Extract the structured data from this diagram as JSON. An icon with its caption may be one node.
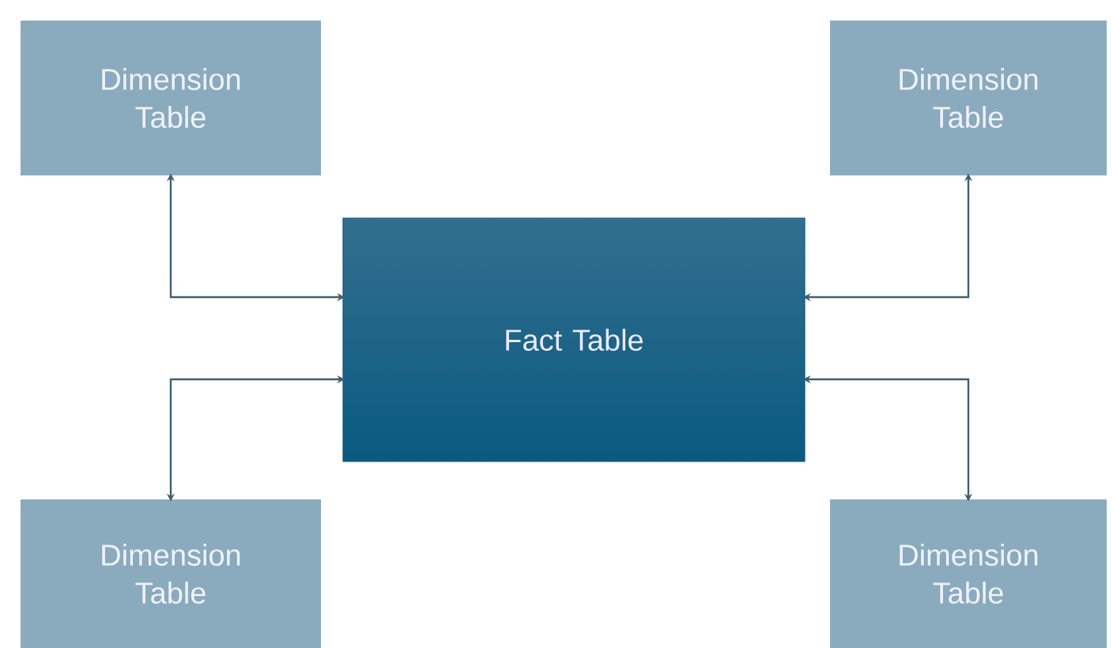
{
  "diagram": {
    "nodes": [
      {
        "text": [
          "Dimension Table"
        ]
      },
      {
        "text": [
          "Dimension Table"
        ]
      },
      {
        "text": [
          "Fact Table"
        ]
      },
      {
        "text": [
          "Dimension Table"
        ]
      },
      {
        "text": [
          "Dimension Table"
        ]
      }
    ],
    "edges": [
      {
        "from": 0,
        "to": 2,
        "arrow": "both"
      },
      {
        "from": 1,
        "to": 2,
        "arrow": "both"
      },
      {
        "from": 3,
        "to": 2,
        "arrow": "both"
      },
      {
        "from": 4,
        "to": 2,
        "arrow": "both"
      }
    ]
  }
}
